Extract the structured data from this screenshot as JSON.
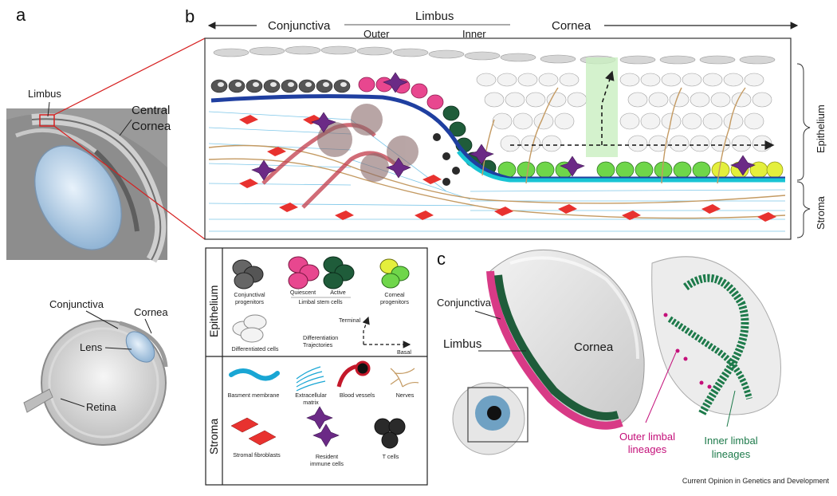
{
  "panels": {
    "a": "a",
    "b": "b",
    "c": "c"
  },
  "panel_a": {
    "limbus": "Limbus",
    "central_cornea": [
      "Central",
      "Cornea"
    ],
    "conjunctiva": "Conjunctiva",
    "cornea": "Cornea",
    "lens": "Lens",
    "retina": "Retina"
  },
  "panel_b": {
    "top_conjunctiva": "Conjunctiva",
    "top_limbus": "Limbus",
    "top_outer": "Outer",
    "top_inner": "Inner",
    "top_cornea": "Cornea",
    "right_epithelium": "Epithelium",
    "right_stroma": "Stroma"
  },
  "legend": {
    "epithelium_title": "Epithelium",
    "stroma_title": "Stroma",
    "conjunctival_progenitors": [
      "Conjunctival",
      "progenitors"
    ],
    "quiescent": "Quiescent",
    "active": "Active",
    "limbal_stem_cells": "Limbal stem cells",
    "corneal_progenitors": [
      "Corneal",
      "progenitors"
    ],
    "differentiated_cells": "Differentiated cells",
    "terminal": "Terminal",
    "differentiation_trajectories": [
      "Differentiation",
      "Trajectories"
    ],
    "basal": "Basal",
    "basement_membrane": "Basment membrane",
    "extracellular_matrix": [
      "Extracellular",
      "matrix"
    ],
    "blood_vessels": "Blood vessels",
    "nerves": "Nerves",
    "stromal_fibroblasts": "Stromal fibroblasts",
    "resident_immune_cells": [
      "Resident",
      "immune cells"
    ],
    "t_cells": "T cells"
  },
  "panel_c": {
    "conjunctiva": "Conjunctiva",
    "cornea": "Cornea",
    "limbus": "Limbus",
    "outer_limbal": [
      "Outer limbal",
      "lineages"
    ],
    "inner_limbal": [
      "Inner limbal",
      "lineages"
    ]
  },
  "credit": "Current Opinion in Genetics and Development",
  "colors": {
    "basement_membrane_blue": "#1f3fa0",
    "basement_membrane_cyan": "#19c4d4",
    "quiescent_pink": "#e8478f",
    "active_green": "#1f5c3a",
    "corneal_green": "#6fd64a",
    "fibroblast_red": "#e8322f",
    "immune_purple": "#6b2a86",
    "outer_lineage_magenta": "#c4107a",
    "inner_lineage_green": "#1d7a4a"
  }
}
